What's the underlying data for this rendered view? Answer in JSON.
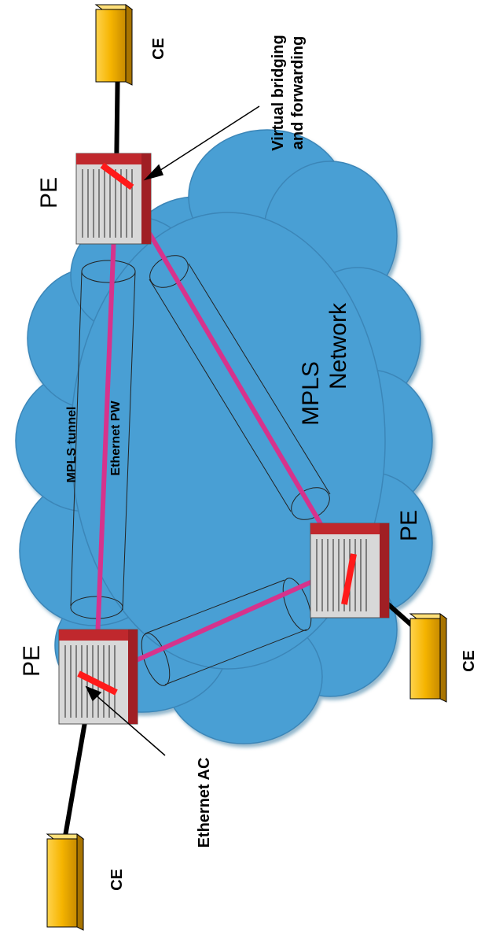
{
  "diagram": {
    "network_label_line1": "MPLS",
    "network_label_line2": "Network",
    "tunnel_label": "MPLS tunnel",
    "pw_label": "Ethernet PW",
    "vbf_label_line1": "Virtual bridging",
    "vbf_label_line2": "and forwarding",
    "ac_label": "Ethernet AC",
    "pe_top": "PE",
    "pe_left": "PE",
    "pe_bottom": "PE",
    "ce_top": "CE",
    "ce_left": "CE",
    "ce_bottom": "CE",
    "colors": {
      "cloud": "#4a9fd4",
      "pseudowire": "#d6338c",
      "bridge": "#ff1a1a",
      "ce_device": "#f5b400",
      "pe_device_top": "#c0282d"
    }
  }
}
